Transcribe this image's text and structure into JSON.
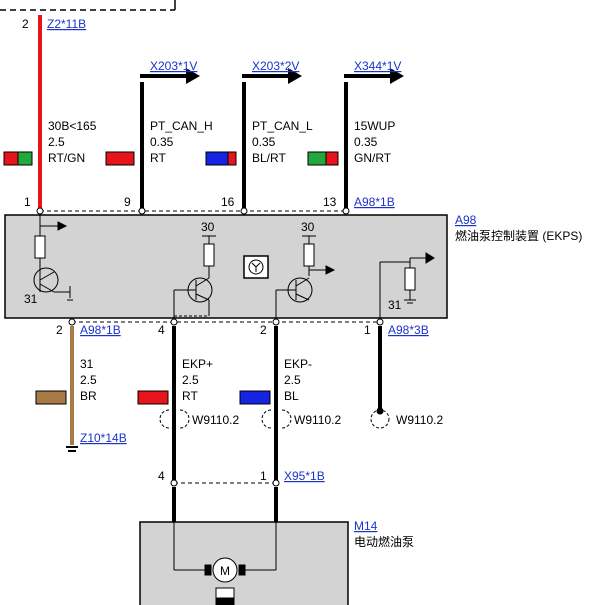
{
  "colors": {
    "red": "#e8141c",
    "green": "#22a83c",
    "blue": "#1424e0",
    "brown": "#a77a45",
    "black": "#000000",
    "module_fill": "#d3d3d3",
    "link": "#1a33cc"
  },
  "top_connector": {
    "pin": "2",
    "ref": "Z2*11B"
  },
  "upper_wires": [
    {
      "pin": "1",
      "ref": "",
      "signal": "30B<165",
      "size": "2.5",
      "color_code": "RT/GN"
    },
    {
      "pin": "9",
      "ref": "X203*1V",
      "signal": "PT_CAN_H",
      "size": "0.35",
      "color_code": "RT"
    },
    {
      "pin": "16",
      "ref": "X203*2V",
      "signal": "PT_CAN_L",
      "size": "0.35",
      "color_code": "BL/RT"
    },
    {
      "pin": "13",
      "ref": "X344*1V",
      "signal": "15WUP",
      "size": "0.35",
      "color_code": "GN/RT"
    }
  ],
  "module": {
    "connector_top": "A98*1B",
    "id": "A98",
    "name": "燃油泵控制装置 (EKPS)",
    "node_30_a": "30",
    "node_30_b": "30",
    "ground_left": "31",
    "ground_right": "31"
  },
  "lower_wires": [
    {
      "pin": "2",
      "ref": "A98*1B",
      "signal": "31",
      "size": "2.5",
      "color_code": "BR",
      "end_ref": "Z10*14B",
      "splice": ""
    },
    {
      "pin": "4",
      "ref": "",
      "signal": "EKP+",
      "size": "2.5",
      "color_code": "RT",
      "end_ref": "",
      "splice": "W9110.2"
    },
    {
      "pin": "2",
      "ref": "",
      "signal": "EKP-",
      "size": "2.5",
      "color_code": "BL",
      "end_ref": "",
      "splice": "W9110.2"
    },
    {
      "pin": "1",
      "ref": "A98*3B",
      "signal": "",
      "size": "",
      "color_code": "",
      "end_ref": "",
      "splice": "W9110.2"
    }
  ],
  "pump_connector": {
    "pin_left": "4",
    "pin_right": "1",
    "ref": "X95*1B"
  },
  "pump": {
    "id": "M14",
    "name": "电动燃油泵",
    "motor_symbol": "M"
  }
}
